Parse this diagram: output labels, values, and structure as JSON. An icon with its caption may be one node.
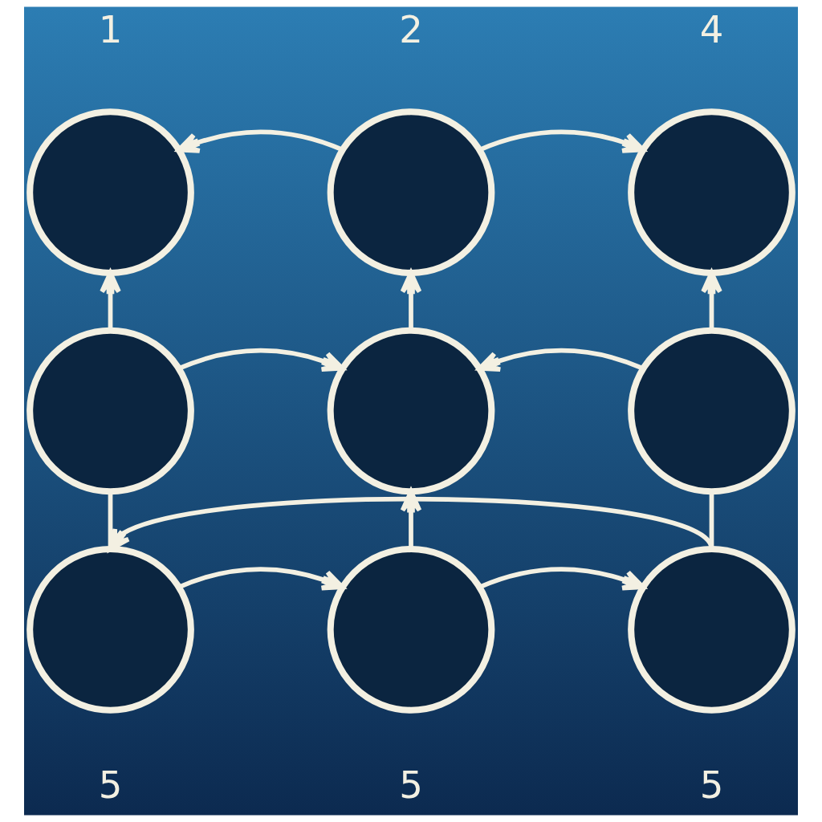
{
  "diagram": {
    "nodes": [
      {
        "text": [],
        "shape": "circle",
        "beside": [
          "1"
        ]
      },
      {
        "text": [],
        "shape": "circle",
        "beside": [
          "2"
        ]
      },
      {
        "text": [],
        "shape": "circle",
        "beside": [
          "4"
        ]
      },
      {
        "text": [],
        "shape": "circle"
      },
      {
        "text": [],
        "shape": "circle"
      },
      {
        "text": [],
        "shape": "circle"
      },
      {
        "text": [],
        "shape": "circle",
        "beside": [
          "5"
        ]
      },
      {
        "text": [],
        "shape": "circle",
        "beside": [
          "5"
        ]
      },
      {
        "text": [],
        "shape": "circle",
        "beside": [
          "5"
        ]
      }
    ],
    "edges": [
      {
        "from": 1,
        "to": 0,
        "arrow": "to"
      },
      {
        "from": 1,
        "to": 2,
        "arrow": "to"
      },
      {
        "from": 3,
        "to": 0,
        "arrow": "to"
      },
      {
        "from": 4,
        "to": 1,
        "arrow": "to"
      },
      {
        "from": 5,
        "to": 2,
        "arrow": "to"
      },
      {
        "from": 3,
        "to": 4,
        "arrow": "to"
      },
      {
        "from": 5,
        "to": 4,
        "arrow": "to"
      },
      {
        "from": 3,
        "to": 6,
        "arrow": "none"
      },
      {
        "from": 5,
        "to": 8,
        "arrow": "none"
      },
      {
        "from": 8,
        "to": 6,
        "arrow": "to"
      },
      {
        "from": 7,
        "to": 4,
        "arrow": "to"
      },
      {
        "from": 6,
        "to": 7,
        "arrow": "to"
      },
      {
        "from": 7,
        "to": 8,
        "arrow": "to"
      }
    ]
  }
}
